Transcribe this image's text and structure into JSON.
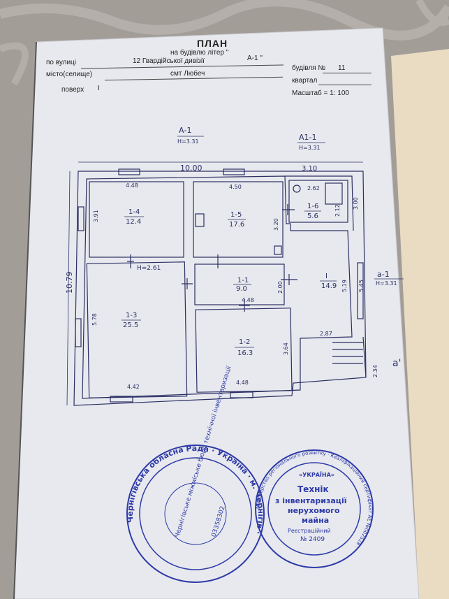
{
  "header": {
    "title": "ПЛАН",
    "subtitle": "на будівлю літер \"",
    "letter": "А-1  \"",
    "street_label": "по вулиці",
    "street_value": "12  Гвардійської дивізії",
    "building_label": "будівля №",
    "building_value": "11",
    "town_label": "місто(селище)",
    "town_value": "смт  Любеч",
    "block_label": "квартал",
    "floor_label": "поверх",
    "floor_value": "І",
    "scale_label": "Масштаб = 1: 100"
  },
  "plan": {
    "label_main": "А-1",
    "height_main": "Н=3.31",
    "label_annex": "А1-1",
    "height_annex": "Н=3.31",
    "label_side": "а-1",
    "height_side": "Н=3.31",
    "label_porch": "а'",
    "overall_width": "10.00",
    "annex_width": "3.10",
    "overall_height": "10.79",
    "rooms": [
      {
        "id": "1-4",
        "area": "12.4"
      },
      {
        "id": "1-5",
        "area": "17.6"
      },
      {
        "id": "1-6",
        "area": "5.6"
      },
      {
        "id": "1-1",
        "area": "9.0"
      },
      {
        "id": "1-3",
        "area": "25.5"
      },
      {
        "id": "1-2",
        "area": "16.3"
      },
      {
        "id": "I",
        "area": "14.9"
      }
    ],
    "room_height": "Н=2.61",
    "dims": {
      "d448top": "4.48",
      "d450": "4.50",
      "d262": "2.62",
      "d391": "3.91",
      "d320": "3.20",
      "d212": "2.12",
      "d300": "3.00",
      "d200": "2.00",
      "d448mid": "4.48",
      "d519": "5.19",
      "d545": "5.45",
      "d578": "5.78",
      "d364": "3.64",
      "d287": "2.87",
      "d234": "2.34",
      "d442": "4.42",
      "d448bot": "4.48"
    }
  },
  "stamps": {
    "left_ring": "Чернігівська обласна Рада · Україна · м. Чернігів ·",
    "left_inner": "Чернігівське міжміське бюро технічної інвентаризації",
    "left_code": "03358302",
    "right_ring": "Міністерство регіонального розвитку · Кваліфікаційний сертифікат АЕ №002528 ·",
    "right_top": "«УКРАЇНА»",
    "right_center_1": "Технік",
    "right_center_2": "з інвентаризації",
    "right_center_3": "нерухомого",
    "right_center_4": "майна",
    "right_reg": "Реєстраційний",
    "right_num": "№ 2409"
  }
}
